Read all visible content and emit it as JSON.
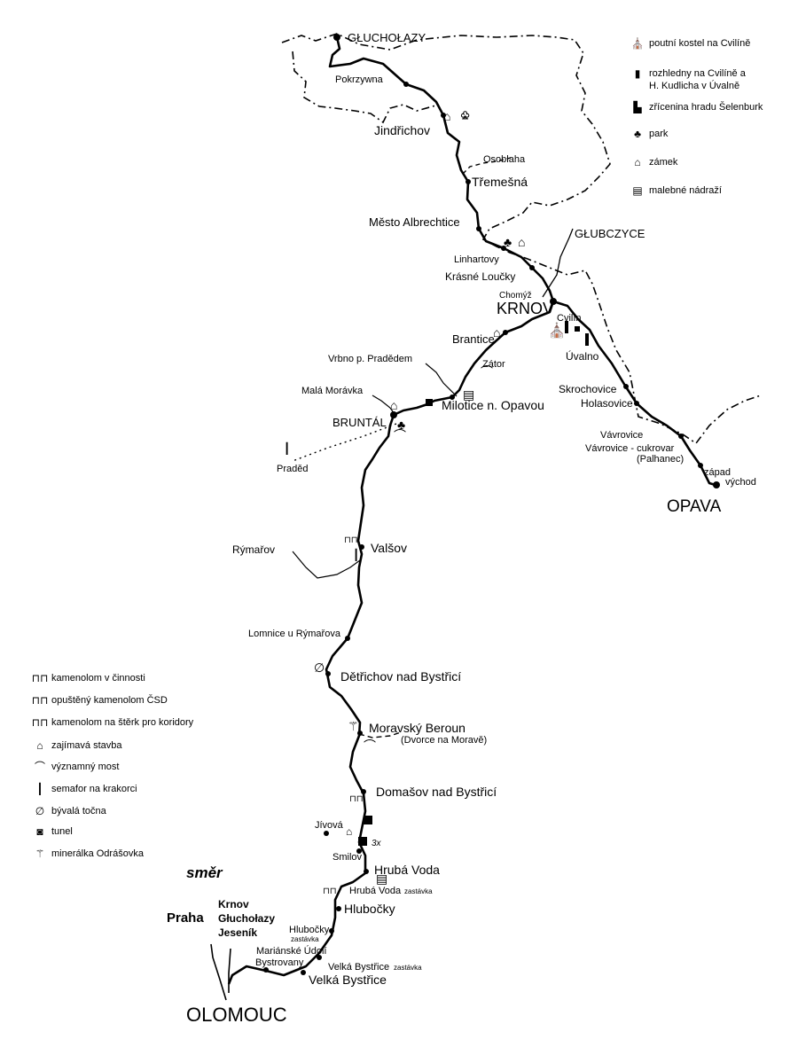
{
  "map": {
    "places": [
      {
        "id": "gluch",
        "name": "GŁUCHOŁAZY"
      },
      {
        "id": "pokrzywna",
        "name": "Pokrzywna"
      },
      {
        "id": "jindrichov",
        "name": "Jindřichov"
      },
      {
        "id": "osoblaha",
        "name": "Osoblaha"
      },
      {
        "id": "tremesna",
        "name": "Třemešná"
      },
      {
        "id": "mesto",
        "name": "Město Albrechtice"
      },
      {
        "id": "glubczyce",
        "name": "GŁUBCZYCE"
      },
      {
        "id": "linhartovy",
        "name": "Linhartovy"
      },
      {
        "id": "krasne",
        "name": "Krásné Loučky"
      },
      {
        "id": "chomyz",
        "name": "Chomýž"
      },
      {
        "id": "krnov",
        "name": "KRNOV"
      },
      {
        "id": "cvilin",
        "name": "Cvilín"
      },
      {
        "id": "brantice",
        "name": "Brantice"
      },
      {
        "id": "zator",
        "name": "Zátor"
      },
      {
        "id": "uvalno",
        "name": "Úvalno"
      },
      {
        "id": "vrbno",
        "name": "Vrbno p. Pradědem"
      },
      {
        "id": "mala",
        "name": "Malá Morávka"
      },
      {
        "id": "milotice",
        "name": "Milotice n. Opavou"
      },
      {
        "id": "bruntal",
        "name": "BRUNTÁL"
      },
      {
        "id": "skrochovice",
        "name": "Skrochovice"
      },
      {
        "id": "holasovice",
        "name": "Holasovice"
      },
      {
        "id": "vavrovice",
        "name": "Vávrovice"
      },
      {
        "id": "vavrovice_c",
        "name": "Vávrovice - cukrovar"
      },
      {
        "id": "palhanec",
        "name": "(Palhanec)"
      },
      {
        "id": "zapad",
        "name": "západ"
      },
      {
        "id": "vychod",
        "name": "východ"
      },
      {
        "id": "opava",
        "name": "OPAVA"
      },
      {
        "id": "praded",
        "name": "Praděd"
      },
      {
        "id": "rymarov",
        "name": "Rýmařov"
      },
      {
        "id": "valsov",
        "name": "Valšov"
      },
      {
        "id": "lomnice",
        "name": "Lomnice u Rýmařova"
      },
      {
        "id": "detrichov",
        "name": "Dětřichov nad Bystřicí"
      },
      {
        "id": "moravsky",
        "name": "Moravský Beroun"
      },
      {
        "id": "dvorce",
        "name": "(Dvorce na Moravě)"
      },
      {
        "id": "domasov",
        "name": "Domašov nad Bystřicí"
      },
      {
        "id": "jivova",
        "name": "Jívová"
      },
      {
        "id": "smilov",
        "name": "Smilov"
      },
      {
        "id": "tri_x",
        "name": "3x"
      },
      {
        "id": "hruba",
        "name": "Hrubá Voda"
      },
      {
        "id": "hruba_z",
        "name": "Hrubá Voda"
      },
      {
        "id": "hruba_z_s",
        "name": "zastávka"
      },
      {
        "id": "hlubocky",
        "name": "Hlubočky"
      },
      {
        "id": "hlubocky_z",
        "name": "Hlubočky"
      },
      {
        "id": "hlubocky_z_s",
        "name": "zastávka"
      },
      {
        "id": "marianske",
        "name": "Mariánské Údolí"
      },
      {
        "id": "bystrovany",
        "name": "Bystrovany"
      },
      {
        "id": "velka_z",
        "name": "Velká Bystřice"
      },
      {
        "id": "velka_z_s",
        "name": "zastávka"
      },
      {
        "id": "velka",
        "name": "Velká Bystřice"
      },
      {
        "id": "olomouc",
        "name": "OLOMOUC"
      },
      {
        "id": "smer",
        "name": "směr"
      },
      {
        "id": "praha",
        "name": "Praha"
      },
      {
        "id": "dir_krnov",
        "name": "Krnov"
      },
      {
        "id": "dir_gluch",
        "name": "Głuchołazy"
      },
      {
        "id": "dir_jesenik",
        "name": "Jeseník"
      }
    ]
  },
  "legend_top": [
    {
      "icon": "pilgrimage-church-icon",
      "glyph": "⛪",
      "label": "poutní kostel na Cvilíně"
    },
    {
      "icon": "lookout-tower-icon",
      "glyph": "▮",
      "label": "rozhledny na Cvilíně a"
    },
    {
      "icon": "lookout-tower-line2",
      "glyph": "",
      "label": "H. Kudlicha v Úvalně"
    },
    {
      "icon": "castle-ruin-icon",
      "glyph": "▙",
      "label": "zřícenina hradu Šelenburk"
    },
    {
      "icon": "park-icon",
      "glyph": "♣",
      "label": "park"
    },
    {
      "icon": "chateau-icon",
      "glyph": "⌂",
      "label": "zámek"
    },
    {
      "icon": "station-icon",
      "glyph": "▤",
      "label": "malebné nádraží"
    }
  ],
  "legend_bottom": [
    {
      "icon": "active-quarry-icon",
      "glyph": "⊓⊓",
      "label": "kamenolom v činnosti"
    },
    {
      "icon": "abandoned-quarry-icon",
      "glyph": "⊓⊓",
      "label": "opuštěný kamenolom ČSD"
    },
    {
      "icon": "gravel-quarry-icon",
      "glyph": "⊓⊓",
      "label": "kamenolom na štěrk pro koridory"
    },
    {
      "icon": "interesting-building-icon",
      "glyph": "⌂",
      "label": "zajímavá stavba"
    },
    {
      "icon": "bridge-icon",
      "glyph": "⌒",
      "label": "významný most"
    },
    {
      "icon": "semaphore-icon",
      "glyph": "┃",
      "label": "semafor na krakorci"
    },
    {
      "icon": "turntable-icon",
      "glyph": "∅",
      "label": "bývalá točna"
    },
    {
      "icon": "tunnel-icon",
      "glyph": "◙",
      "label": "tunel"
    },
    {
      "icon": "mineral-spring-icon",
      "glyph": "⚚",
      "label": "minerálka Odrášovka"
    }
  ]
}
